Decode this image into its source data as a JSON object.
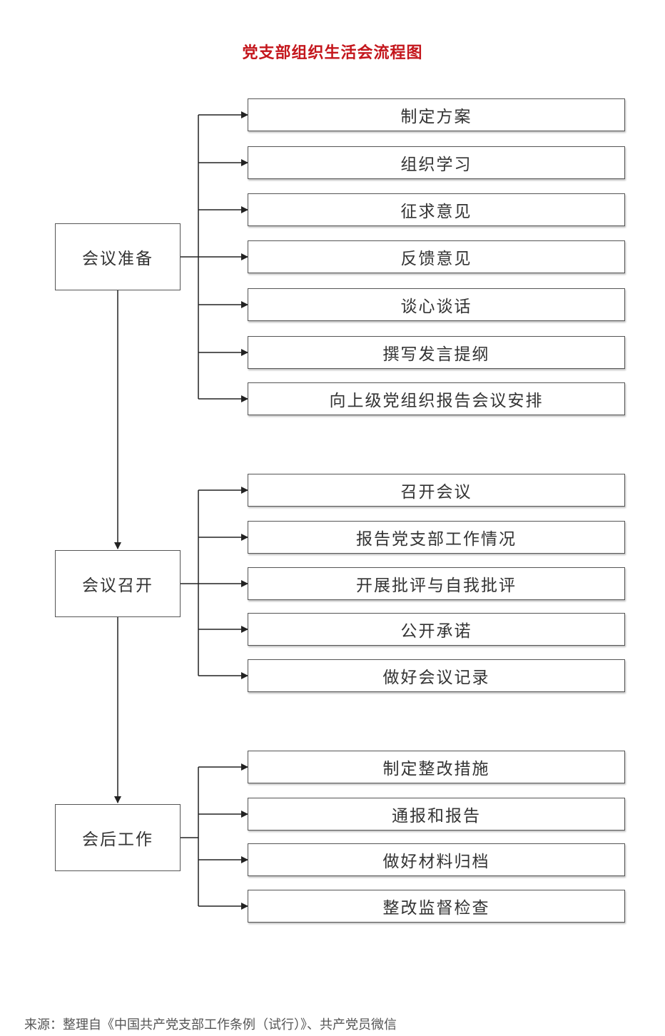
{
  "title": "党支部组织生活会流程图",
  "stages": [
    {
      "label": "会议准备",
      "steps": [
        "制定方案",
        "组织学习",
        "征求意见",
        "反馈意见",
        "谈心谈话",
        "撰写发言提纲",
        "向上级党组织报告会议安排"
      ]
    },
    {
      "label": "会议召开",
      "steps": [
        "召开会议",
        "报告党支部工作情况",
        "开展批评与自我批评",
        "公开承诺",
        "做好会议记录"
      ]
    },
    {
      "label": "会后工作",
      "steps": [
        "制定整改措施",
        "通报和报告",
        "做好材料归档",
        "整改监督检查"
      ]
    }
  ],
  "source": "来源：整理自《中国共产党支部工作条例（试行）》、共产党员微信",
  "colors": {
    "title": "#c4161c",
    "line": "#222222",
    "box_border": "#555555"
  }
}
